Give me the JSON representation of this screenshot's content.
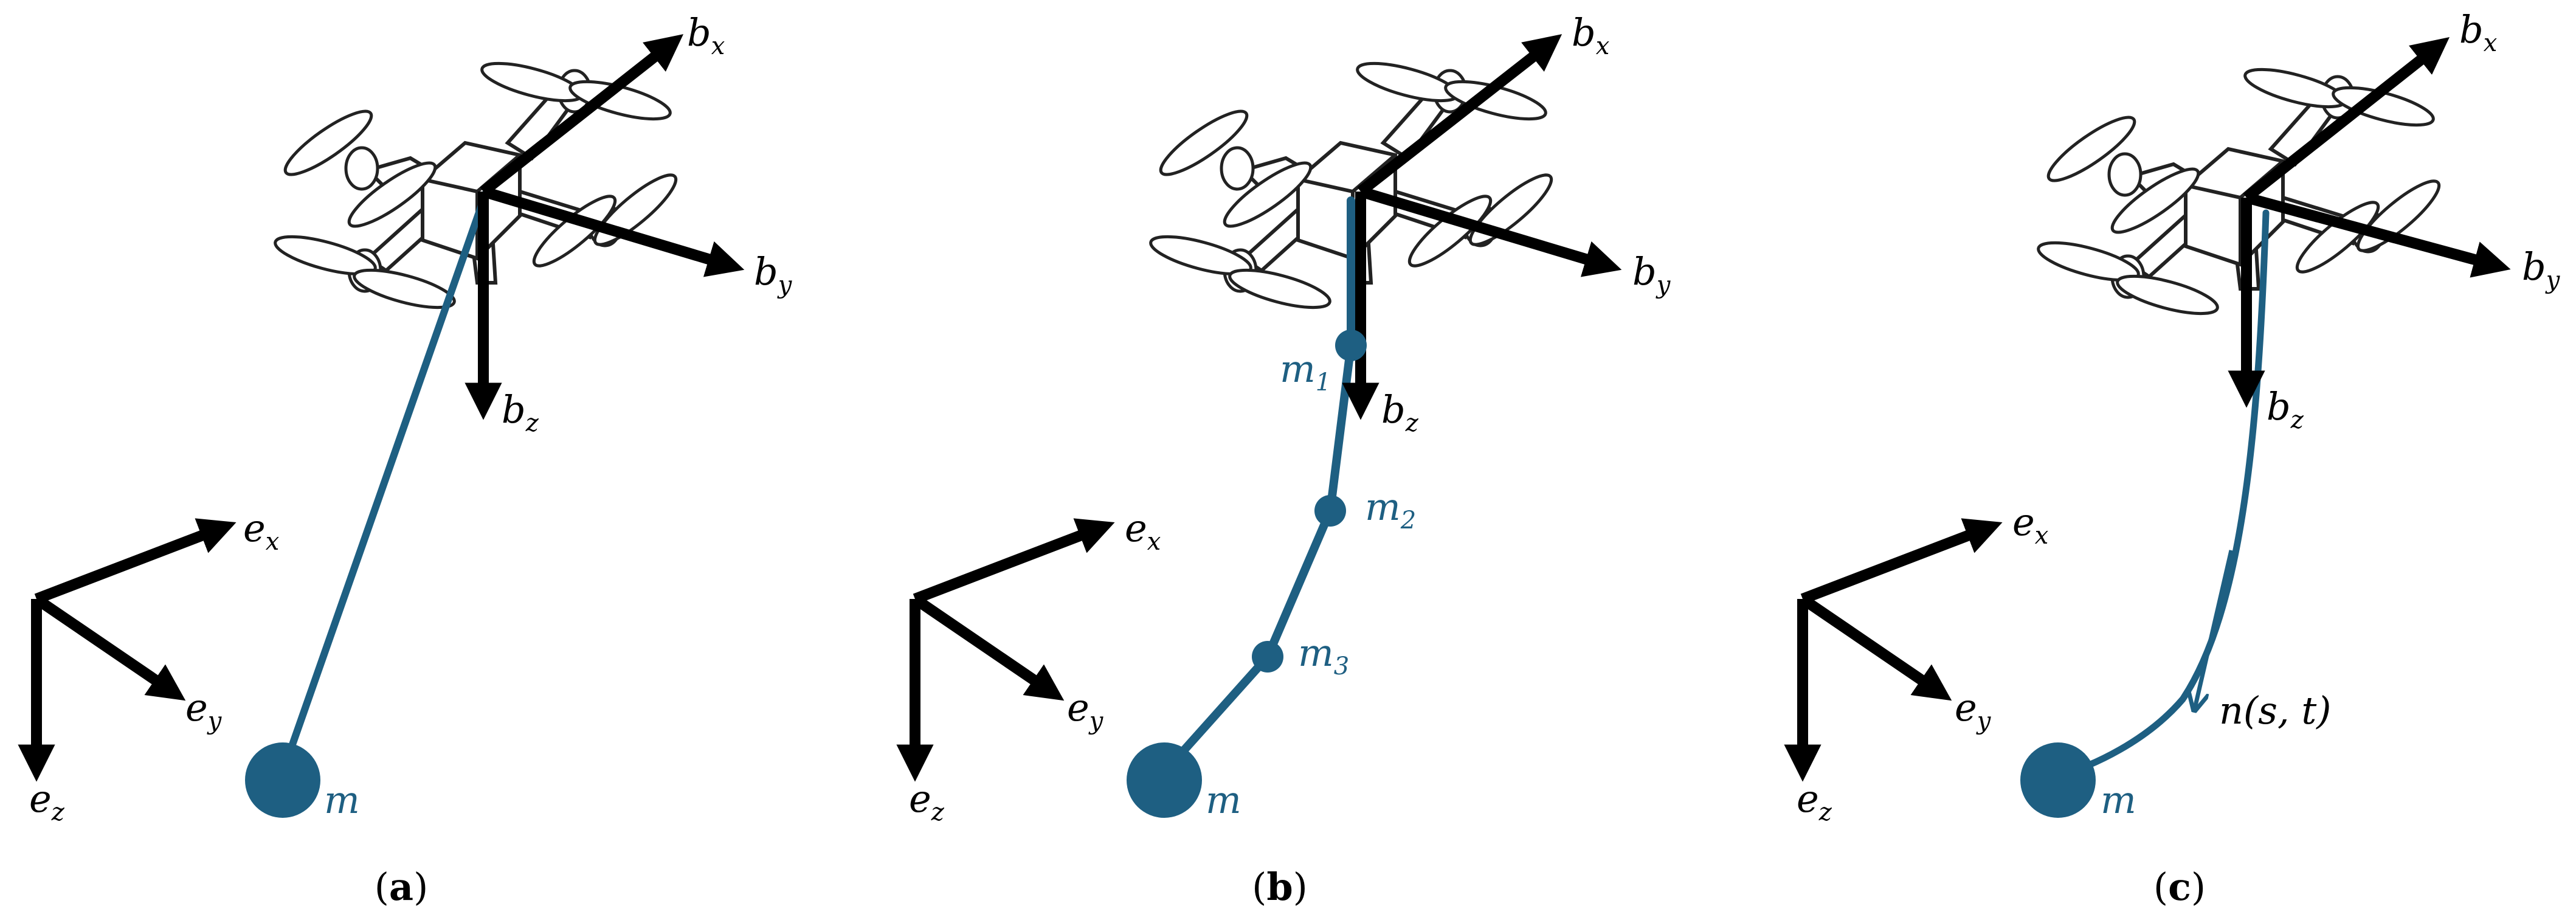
{
  "panels": [
    {
      "caption": "(a)",
      "caption_letter": "a",
      "body_axes": {
        "x": "b",
        "x_sub": "x",
        "y": "b",
        "y_sub": "y",
        "z": "b",
        "z_sub": "z"
      },
      "earth_axes": {
        "x": "e",
        "x_sub": "x",
        "y": "e",
        "y_sub": "y",
        "z": "e",
        "z_sub": "z"
      },
      "mass_label": "m",
      "point_masses": []
    },
    {
      "caption": "(b)",
      "caption_letter": "b",
      "body_axes": {
        "x": "b",
        "x_sub": "x",
        "y": "b",
        "y_sub": "y",
        "z": "b",
        "z_sub": "z"
      },
      "earth_axes": {
        "x": "e",
        "x_sub": "x",
        "y": "e",
        "y_sub": "y",
        "z": "e",
        "z_sub": "z"
      },
      "mass_label": "m",
      "point_masses": [
        {
          "label": "m",
          "sub": "1"
        },
        {
          "label": "m",
          "sub": "2"
        },
        {
          "label": "m",
          "sub": "3"
        }
      ]
    },
    {
      "caption": "(c)",
      "caption_letter": "c",
      "body_axes": {
        "x": "b",
        "x_sub": "x",
        "y": "b",
        "y_sub": "y",
        "z": "b",
        "z_sub": "z"
      },
      "earth_axes": {
        "x": "e",
        "x_sub": "x",
        "y": "e",
        "y_sub": "y",
        "z": "e",
        "z_sub": "z"
      },
      "mass_label": "m",
      "normal_label": "n(s, t)",
      "point_masses": []
    }
  ],
  "colors": {
    "tether": "#1e5f82",
    "axes": "#000000",
    "drone_outline": "#222222"
  }
}
